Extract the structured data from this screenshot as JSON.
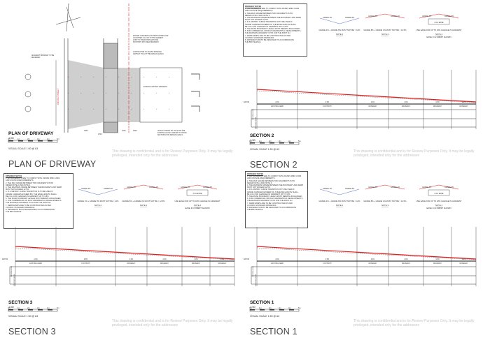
{
  "plan": {
    "title": "PLAN OF DRIVEWAY",
    "scale": "1:50",
    "visual_scale": "VISUAL SCALE 1:50 @ A3",
    "big_title": "PLAN OF DRIVEWAY",
    "street_label": "CROSS STREET",
    "annotations": [
      "EXTEND CONCRETE FOOTPATH WORKS FOR A FURTHER 2.0m OR TO THE NEAREST JOINT TO TRANSITION EXISTING FOOTPATH INTO NEW DRIVEWAY",
      "CONTRACTOR TO ADJUST INTERNAL ASPHALT TO SUIT THE DESIGN LEVELS",
      "ADJACENT DRIVEWAY TO BE REVIEWED",
      "EXISTING ASPHALT DRIVEWAY",
      "LEVELS SHOWN ON THE PLAN ARE EXISTING LEVELS. REFER TO CROSS SECTIONS FOR DESIGN LEVELS"
    ],
    "dims": [
      "3900",
      "4700",
      "1000",
      "1800"
    ]
  },
  "scale_bar": [
    "0m",
    "1m",
    "2m",
    "3m",
    "4m",
    "5m"
  ],
  "notes": {
    "heading": "DRIVEWAY NOTES",
    "lines": [
      "1. ALL DRIVEWAYS ARE TO COMPLY WITH AS/NZS 2890.1:2004",
      "AND COUNCIL REQUIREMENTS.",
      "2. THE MAX GRADE BETWEEN TWO GRADIENTS IS 8%",
      "REFER NOTE 2 AND NOTE 3.",
      "3. THE MAXIMUM GRADE BETWEEN THE BOUNDARY AND KERB",
      "MUST NOT EXCEED 12.5%.",
      "4. IF A 'METRIC' CURVE TRANSITION IS TO BE USED IF",
      "GRADE CHANGES EXCEED 8%, THE EASE LENGTH SHALL",
      "BE 2.0m FOR CHANGES IN GRADIENT UP TO 18%.",
      "5. THE ROAD BOUNDARY LEVELS MUST REMAIN UNCHANGED.",
      "6. FOR COMMERCIAL OR MULTI-RESIDENTIAL DEVELOPMENTS,",
      "THE MAXIMUM GRADIENT IS 5% FOR THE FIRST 6m.",
      "7. KERB RAMPS ARE TO BE CONSTRUCTED AS PER",
      "COUNCIL STANDARD DRAWINGS.",
      "8. DRIVEWAYS MUST BE DESIGNED TO ACCOMMODATE",
      "THE B99 VEHICLE."
    ]
  },
  "note_diagrams": {
    "note2": {
      "left": "GRADE 4%",
      "right": "GRADE 8%",
      "rule": "GRADE 4% + GRADE 8% MUST NOT BE > 12%",
      "label": "NOTE 2"
    },
    "note3": {
      "left": "GRADE 8%",
      "right": "GRADE 4%",
      "rule": "GRADE 8% + GRADE 4% MUST NOT BE > 12.5%",
      "label": "NOTE 3"
    },
    "note4": {
      "left": "GRADE 4%",
      "right": "GRADE 8%",
      "ease": "2.0m EASE",
      "rule": "USE EASE FOR UP TO 18% CHANGE IN GRADIENT",
      "label": "NOTE 4",
      "sub": "EASE IN A CREST SHOWN"
    }
  },
  "sections": [
    {
      "id": "section2",
      "title": "SECTION 2",
      "scale": "1:50",
      "visual_scale": "VISUAL SCALE 1:50 @ A3",
      "big_title": "SECTION 2",
      "segments": [
        "EXISTING KERB",
        "FOOTPATH",
        "DRIVEWAY",
        "DRIVEWAY",
        "DRIVEWAY",
        "DRIVEWAY"
      ],
      "grades": [
        "2.0%",
        "2.5%",
        "4.0%",
        "4.0%",
        "4.0%",
        "2.0%"
      ],
      "datum": "DATUM",
      "rows": [
        "DESIGN LEVEL",
        "EXISTING LEVEL"
      ]
    },
    {
      "id": "section3",
      "title": "SECTION 3",
      "scale": "1:50",
      "visual_scale": "VISUAL SCALE 1:50 @ A3",
      "big_title": "SECTION 3",
      "segments": [
        "EXISTING KERB",
        "FOOTPATH",
        "DRIVEWAY",
        "DRIVEWAY",
        "DRIVEWAY",
        "DRIVEWAY"
      ],
      "grades": [
        "2.0%",
        "2.5%",
        "4.0%",
        "4.0%",
        "4.0%",
        "2.0%"
      ],
      "datum": "DATUM",
      "rows": [
        "DESIGN LEVEL",
        "EXISTING LEVEL"
      ]
    },
    {
      "id": "section1",
      "title": "SECTION 1",
      "scale": "1:50",
      "visual_scale": "VISUAL SCALE 1:50 @ A3",
      "big_title": "SECTION 1",
      "segments": [
        "EXISTING KERB",
        "FOOTPATH",
        "DRIVEWAY",
        "DRIVEWAY",
        "DRIVEWAY",
        "DRIVEWAY"
      ],
      "grades": [
        "2.0%",
        "2.5%",
        "4.0%",
        "4.0%",
        "4.0%",
        "2.0%"
      ],
      "datum": "DATUM",
      "rows": [
        "DESIGN LEVEL",
        "EXISTING LEVEL"
      ]
    }
  ],
  "watermark": "This drawing is confidential and is for Review Purposes Only. It may be legally privileged, intended only for the addressee",
  "colors": {
    "design_line": "#e02020",
    "existing_line": "#6a7fd0",
    "paving": "#cfcfcf",
    "ink": "#222222"
  }
}
